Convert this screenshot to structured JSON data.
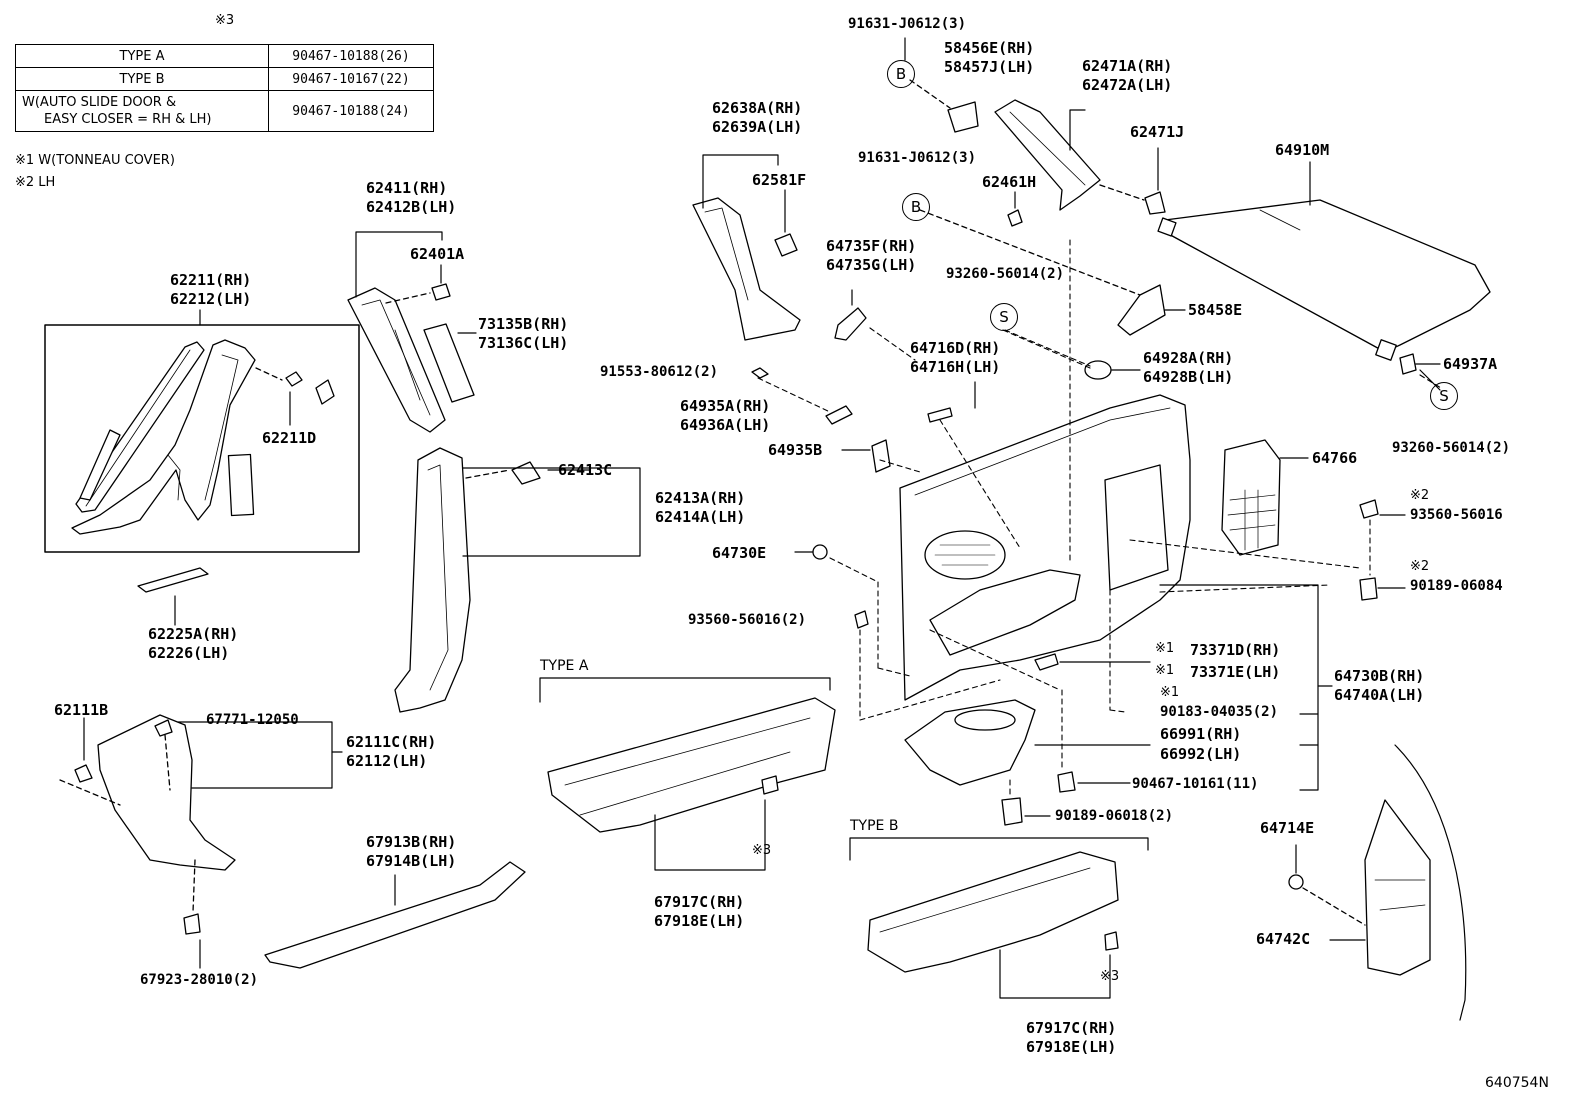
{
  "header": {
    "table_mark": "※3"
  },
  "table": {
    "rows": [
      {
        "type": "TYPE A",
        "code": "90467-10188(26)"
      },
      {
        "type": "TYPE B",
        "code": "90467-10167(22)"
      },
      {
        "type_line1": "W(AUTO SLIDE DOOR &",
        "type_line2": "EASY CLOSER = RH & LH)",
        "code": "90467-10188(24)"
      }
    ]
  },
  "notes": {
    "n1": "※1 W(TONNEAU COVER)",
    "n2": "※2 LH"
  },
  "circles": {
    "b": "B",
    "s": "S"
  },
  "types": {
    "a": "TYPE A",
    "b": "TYPE B"
  },
  "labels": {
    "p91631a": "91631-J0612(3)",
    "p58456": "58456E(RH)",
    "p58457": "58457J(LH)",
    "p62471a": "62471A(RH)",
    "p62472a": "62472A(LH)",
    "p62638": "62638A(RH)",
    "p62639": "62639A(LH)",
    "p62471j": "62471J",
    "p91631b": "91631-J0612(3)",
    "p64910": "64910M",
    "p62581": "62581F",
    "p62461": "62461H",
    "p62411": "62411(RH)",
    "p62412": "62412B(LH)",
    "p62211": "62211(RH)",
    "p62212": "62212(LH)",
    "p64735f": "64735F(RH)",
    "p64735g": "64735G(LH)",
    "p93260a": "93260-56014(2)",
    "p62401": "62401A",
    "p58458": "58458E",
    "p73135": "73135B(RH)",
    "p73136": "73136C(LH)",
    "p64716d": "64716D(RH)",
    "p64716h": "64716H(LH)",
    "p64928a": "64928A(RH)",
    "p64928b": "64928B(LH)",
    "p64937": "64937A",
    "p91553": "91553-80612(2)",
    "p64935a": "64935A(RH)",
    "p64936": "64936A(LH)",
    "p62211d": "62211D",
    "p64935b": "64935B",
    "p93260b": "93260-56014(2)",
    "p64766": "64766",
    "p62413c": "62413C",
    "p62413a": "62413A(RH)",
    "p62414": "62414A(LH)",
    "m2a": "※2",
    "p93560a": "93560-56016",
    "p64730e": "64730E",
    "m2b": "※2",
    "p90189a": "90189-06084",
    "p62225": "62225A(RH)",
    "p62226": "62226(LH)",
    "p93560b": "93560-56016(2)",
    "m1a": "※1",
    "p73371d": "73371D(RH)",
    "m1b": "※1",
    "p73371e": "73371E(LH)",
    "p64730b": "64730B(RH)",
    "p64740": "64740A(LH)",
    "m1c": "※1",
    "p90183": "90183-04035(2)",
    "p62111b": "62111B",
    "p67771": "67771-12050",
    "p62111c": "62111C(RH)",
    "p62112": "62112(LH)",
    "p66991": "66991(RH)",
    "p66992": "66992(LH)",
    "p90467": "90467-10161(11)",
    "m3a": "※3",
    "p90189b": "90189-06018(2)",
    "p64714": "64714E",
    "p67913": "67913B(RH)",
    "p67914": "67914B(LH)",
    "p67917a": "67917C(RH)",
    "p67918a": "67918E(LH)",
    "p64742": "64742C",
    "p67923": "67923-28010(2)",
    "m3b": "※3",
    "p67917b": "67917C(RH)",
    "p67918b": "67918E(LH)",
    "ref": "640754N"
  }
}
